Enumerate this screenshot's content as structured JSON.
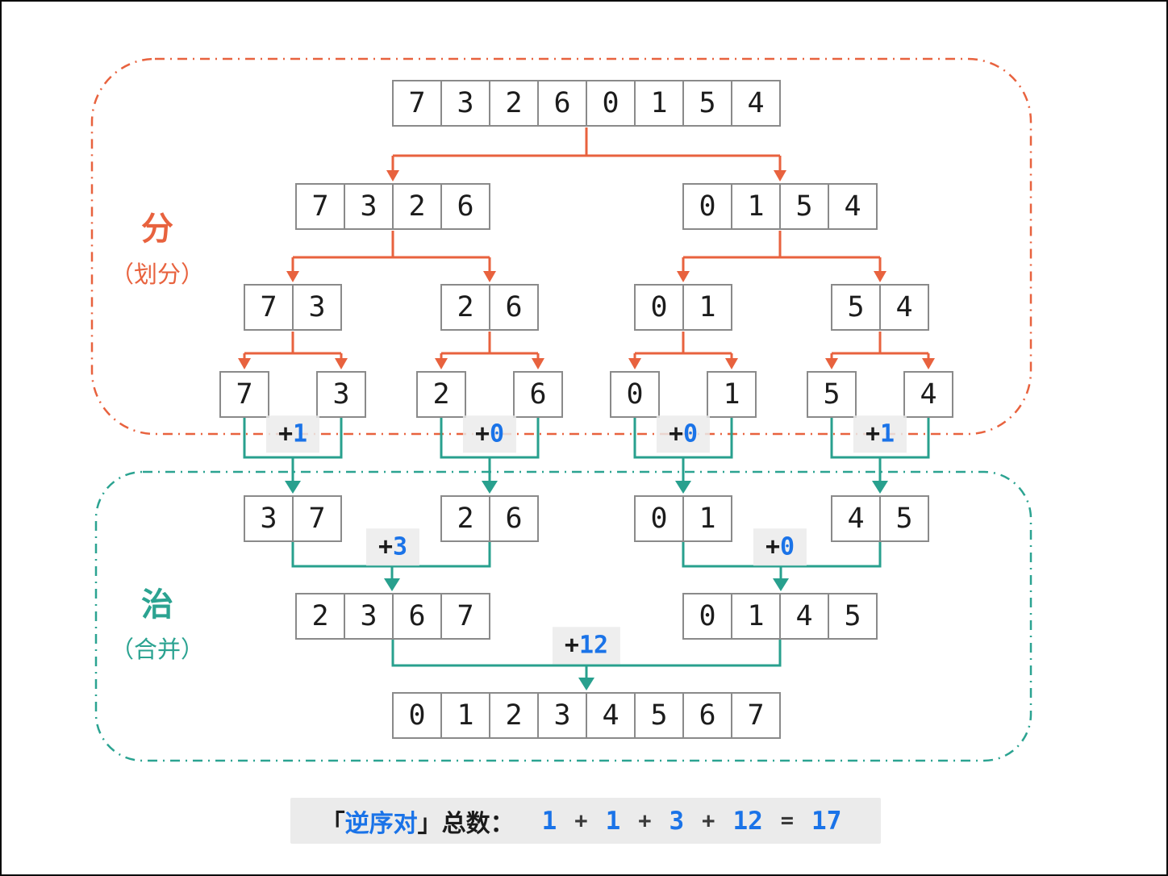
{
  "regions": {
    "divide": {
      "label": "分",
      "sublabel": "（划分）"
    },
    "merge": {
      "label": "治",
      "sublabel": "（合并）"
    }
  },
  "arrays": {
    "root": [
      "7",
      "3",
      "2",
      "6",
      "0",
      "1",
      "5",
      "4"
    ],
    "d_left4": [
      "7",
      "3",
      "2",
      "6"
    ],
    "d_right4": [
      "0",
      "1",
      "5",
      "4"
    ],
    "d_p1": [
      "7",
      "3"
    ],
    "d_p2": [
      "2",
      "6"
    ],
    "d_p3": [
      "0",
      "1"
    ],
    "d_p4": [
      "5",
      "4"
    ],
    "s1": [
      "7"
    ],
    "s2": [
      "3"
    ],
    "s3": [
      "2"
    ],
    "s4": [
      "6"
    ],
    "s5": [
      "0"
    ],
    "s6": [
      "1"
    ],
    "s7": [
      "5"
    ],
    "s8": [
      "4"
    ],
    "m_p1": [
      "3",
      "7"
    ],
    "m_p2": [
      "2",
      "6"
    ],
    "m_p3": [
      "0",
      "1"
    ],
    "m_p4": [
      "4",
      "5"
    ],
    "m_left4": [
      "2",
      "3",
      "6",
      "7"
    ],
    "m_right4": [
      "0",
      "1",
      "4",
      "5"
    ],
    "result": [
      "0",
      "1",
      "2",
      "3",
      "4",
      "5",
      "6",
      "7"
    ]
  },
  "badges": [
    {
      "prefix": "+",
      "value": "1"
    },
    {
      "prefix": "+",
      "value": "0"
    },
    {
      "prefix": "+",
      "value": "0"
    },
    {
      "prefix": "+",
      "value": "1"
    },
    {
      "prefix": "+",
      "value": "3"
    },
    {
      "prefix": "+",
      "value": "0"
    },
    {
      "prefix": "+",
      "value": "12"
    }
  ],
  "summary": {
    "open": "「",
    "term": "逆序对",
    "close": "」",
    "label": "总数：",
    "n1": "1",
    "op1": "+",
    "n2": "1",
    "op2": "+",
    "n3": "3",
    "op3": "+",
    "n4": "12",
    "eq": "=",
    "total": "17"
  },
  "colors": {
    "divide_accent": "#e8623e",
    "merge_accent": "#2ba391",
    "highlight_blue": "#1a73e8",
    "badge_bg": "#ebebeb",
    "cell_border": "#8a8a8a"
  }
}
